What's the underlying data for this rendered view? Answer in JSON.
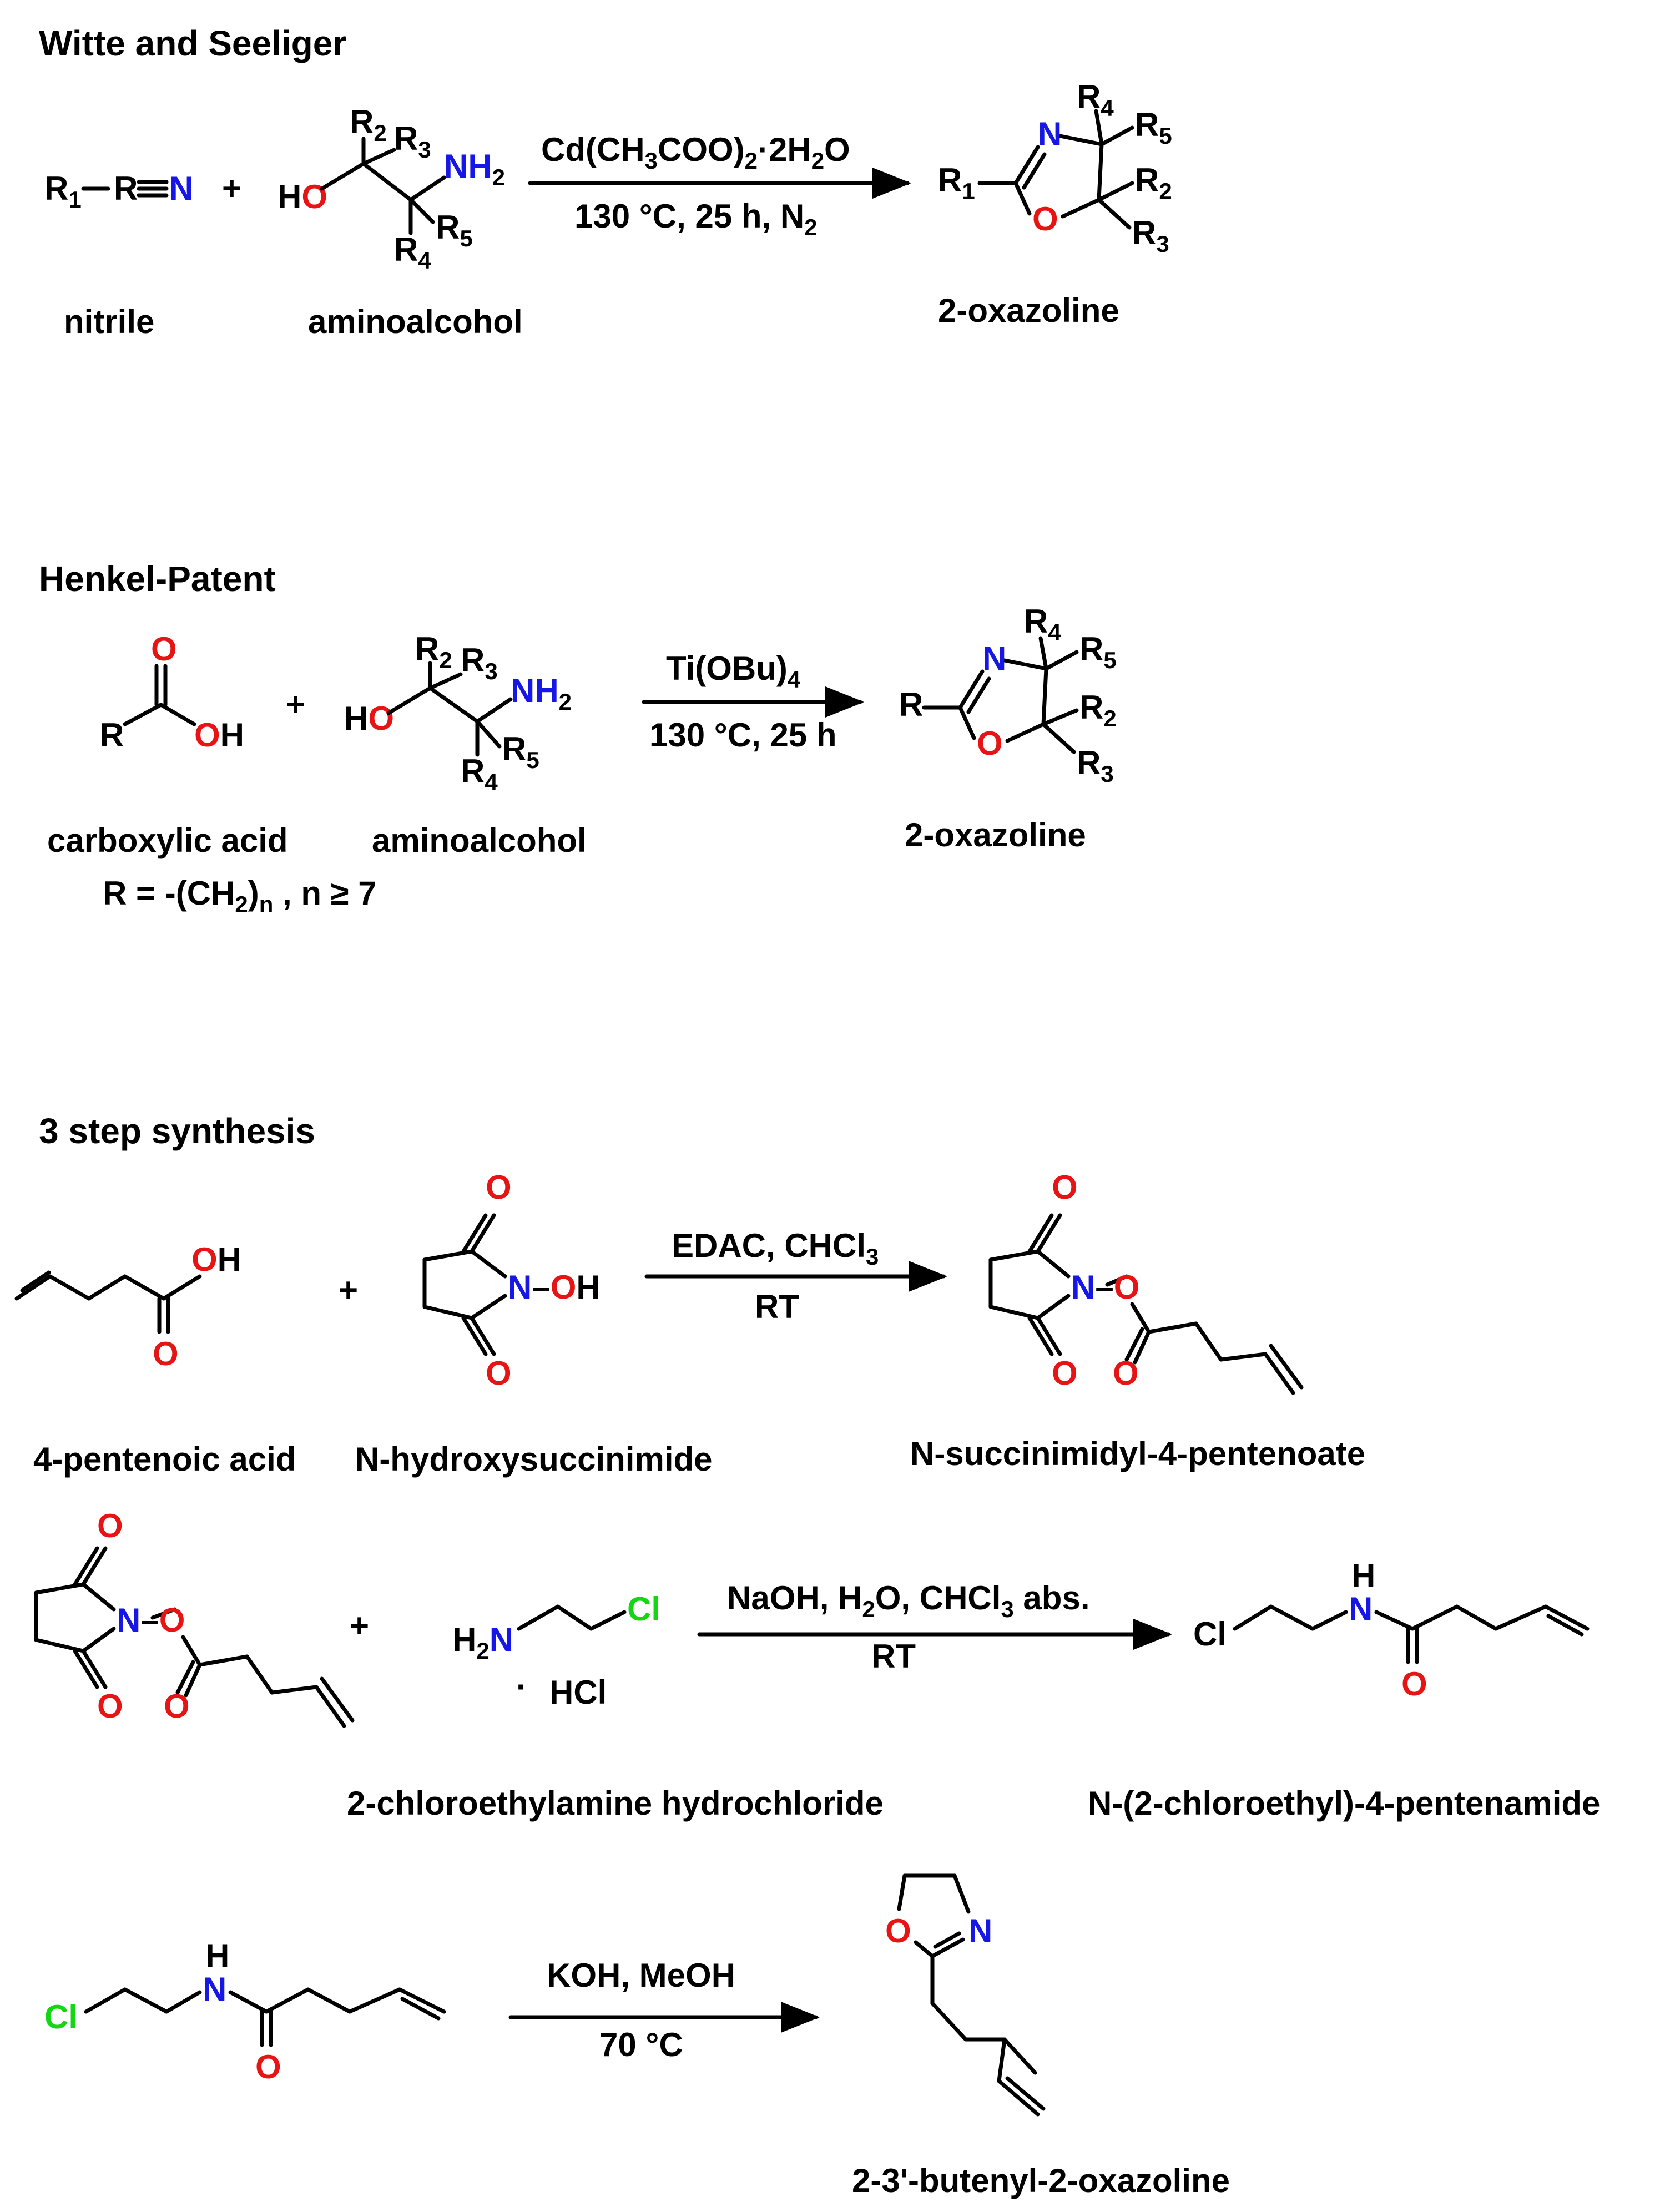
{
  "colors": {
    "bond": "#000000",
    "nitrogen": "#1616e6",
    "oxygen": "#e61414",
    "chlorine": "#14d614"
  },
  "sections": {
    "witte_title": "Witte and Seeliger",
    "henkel_title": "Henkel-Patent",
    "step3_title": "3 step synthesis"
  },
  "atoms": {
    "R": "R",
    "R1": "R",
    "N": "N",
    "O": "O",
    "H": "H",
    "OH": "OH",
    "HO": "HO",
    "NH2": "NH",
    "H2N": "N",
    "Cl": "Cl",
    "HCl": "HCl"
  },
  "subs": {
    "1": "1",
    "2": "2",
    "3": "3",
    "4": "4",
    "5": "5",
    "n": "n"
  },
  "witte": {
    "plus": "+",
    "cond_top": "Cd(CH",
    "cond_top2": "COO)",
    "cond_top3": "·2H",
    "cond_top4": "O",
    "cond_bottom": "130 °C, 25 h, N",
    "label_nitrile": "nitrile",
    "label_aminoalcohol": "aminoalcohol",
    "label_product": "2-oxazoline"
  },
  "henkel": {
    "plus": "+",
    "cond_top": "Ti(OBu)",
    "cond_bottom": "130 °C, 25 h",
    "label_acid": "carboxylic acid",
    "label_r_def": "R = -(CH",
    "label_r_def2": ") , n ≥ 7",
    "label_aminoalcohol": "aminoalcohol",
    "label_product": "2-oxazoline"
  },
  "step1": {
    "plus": "+",
    "cond_top": "EDAC, CHCl",
    "cond_bottom": "RT",
    "label_a": "4-pentenoic acid",
    "label_b": "N-hydroxysuccinimide",
    "label_c": "N-succinimidyl-4-pentenoate",
    "n_oh": "N–OH",
    "n_o": "N–O"
  },
  "step2": {
    "plus": "+",
    "cond_top": "NaOH, H",
    "cond_top2": "O, CHCl",
    "cond_top3": " abs.",
    "cond_bottom": "RT",
    "dot": "·",
    "label_b": "2-chloroethylamine hydrochloride",
    "label_c": "N-(2-chloroethyl)-4-pentenamide"
  },
  "step3": {
    "cond_top": "KOH, MeOH",
    "cond_bottom": "70 °C",
    "label_product": "2-3'-butenyl-2-oxazoline"
  }
}
